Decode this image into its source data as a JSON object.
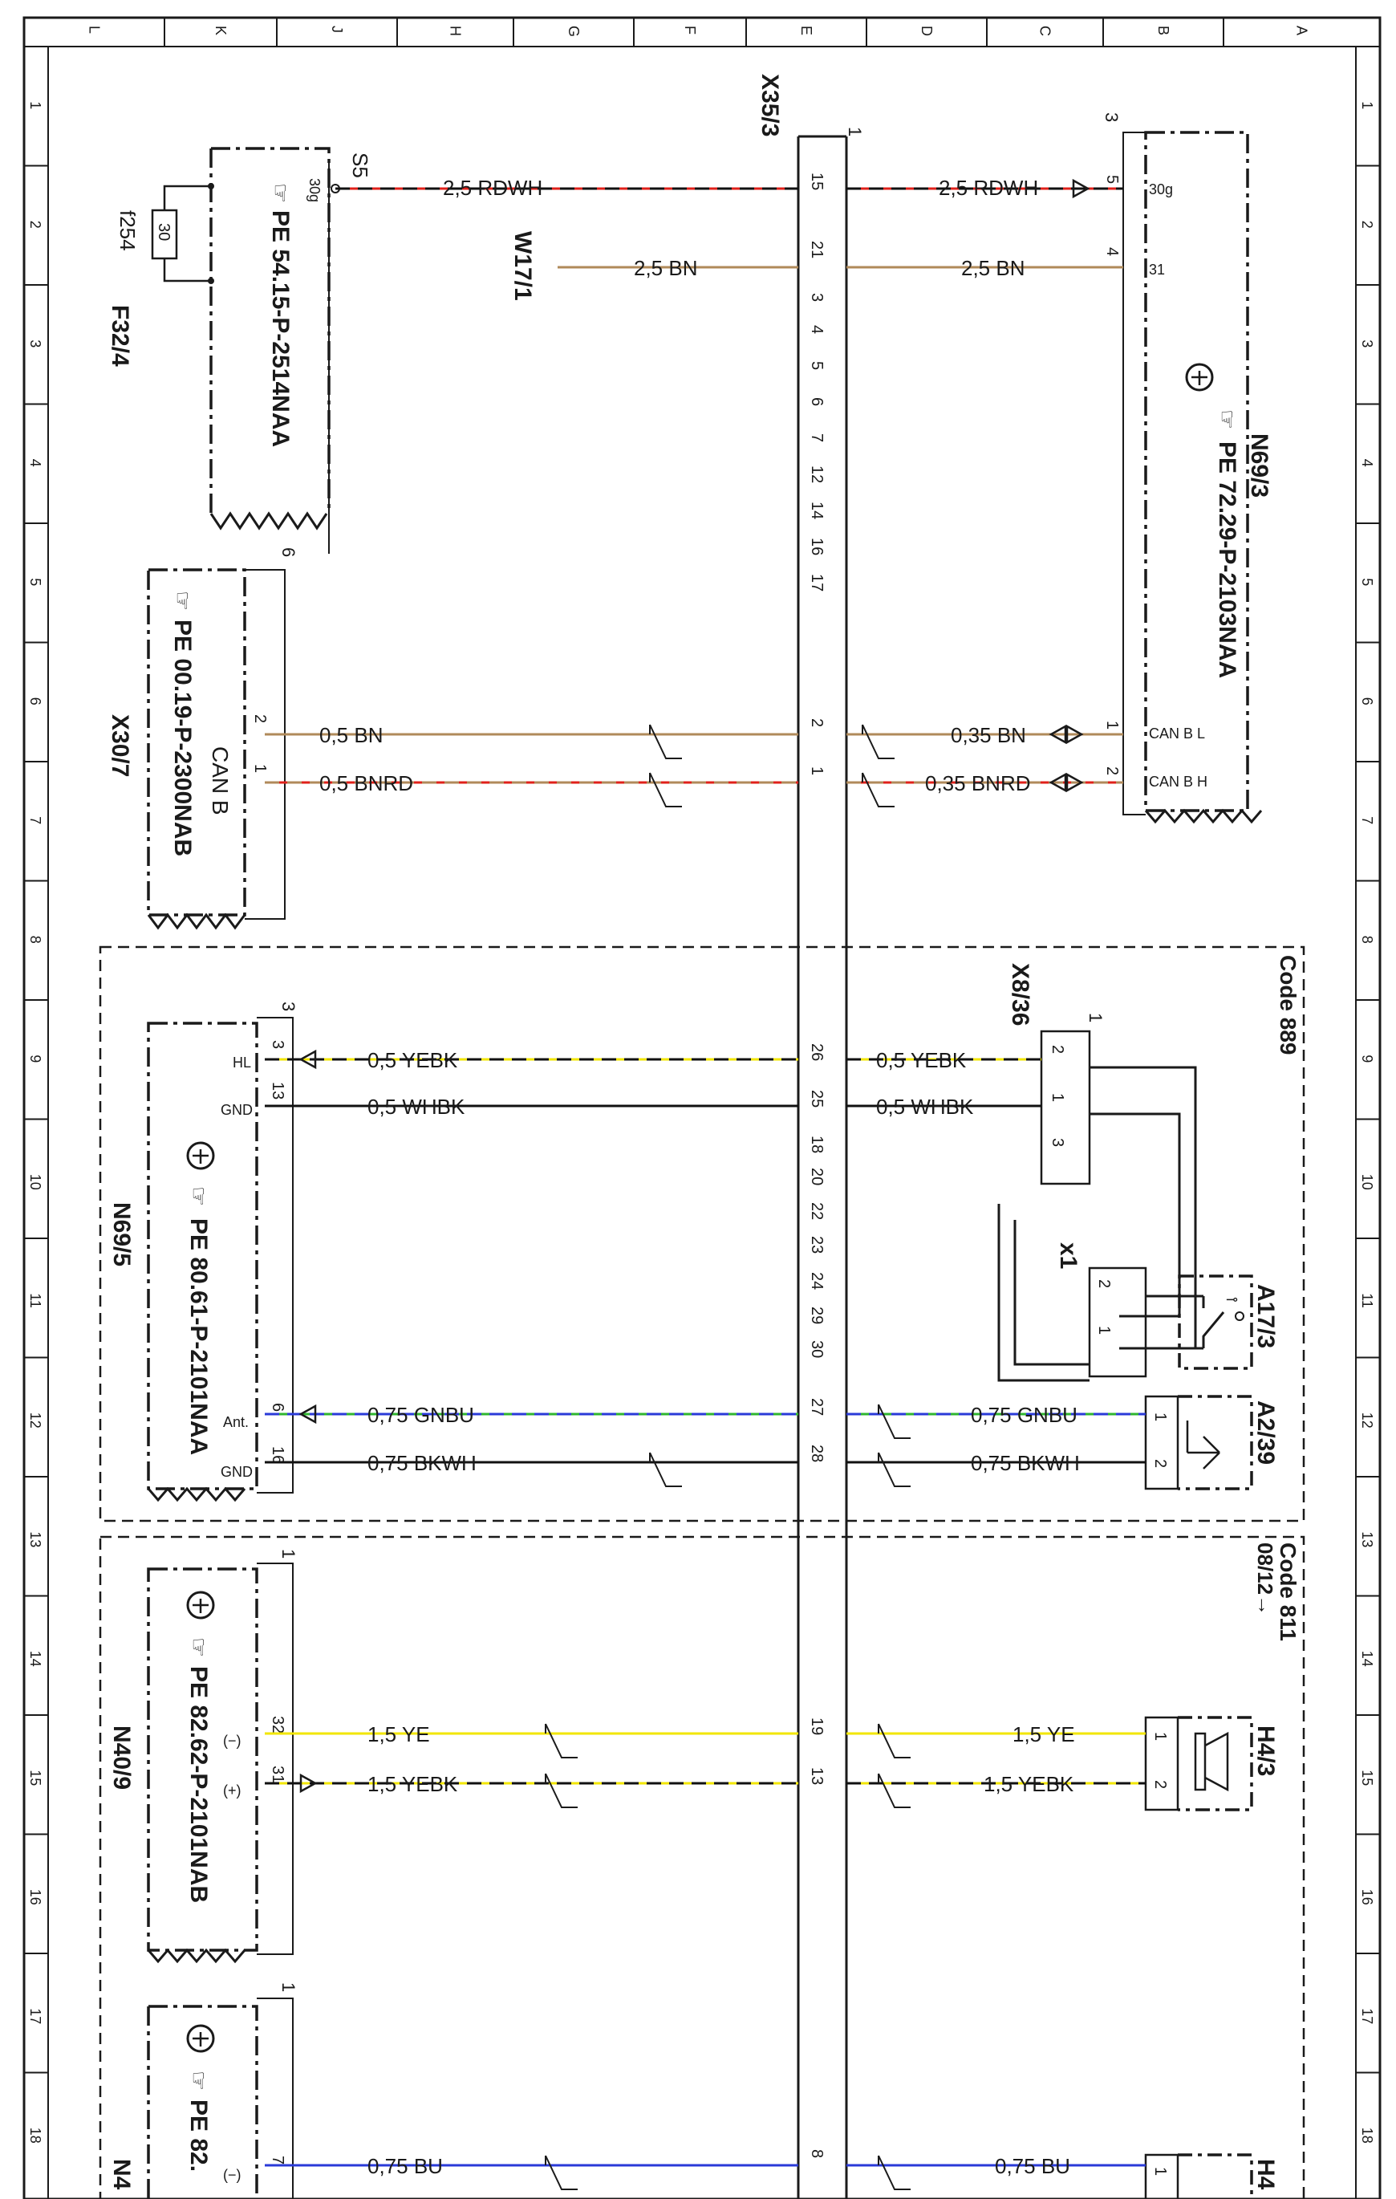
{
  "frame": {
    "col_letters": [
      "L",
      "K",
      "J",
      "H",
      "G",
      "F",
      "E",
      "D",
      "C",
      "B",
      "A"
    ],
    "row_numbers": [
      "1",
      "2",
      "3",
      "4",
      "5",
      "6",
      "7",
      "8",
      "9",
      "10",
      "11",
      "12",
      "13",
      "14",
      "15",
      "16",
      "17",
      "18"
    ]
  },
  "components": {
    "f32_4": {
      "id": "F32/4",
      "fuse_label": "f254",
      "fuse_value": "30",
      "pin_s": "S5",
      "pin_30": "30g",
      "doc": "PE 54.15-P-2514NAA",
      "corner": "6"
    },
    "x30_7": {
      "id": "X30/7",
      "doc": "PE 00.19-P-2300NAB",
      "can_label": "CAN B",
      "pin_2": "2",
      "pin_1": "1"
    },
    "x35_3": {
      "id": "X35/3",
      "corner": "1",
      "pins_top": [
        "15",
        "21",
        "3",
        "4",
        "5",
        "6",
        "7",
        "12",
        "14",
        "16",
        "17"
      ],
      "pins_can": [
        "2",
        "1"
      ],
      "pins_code889": [
        "26",
        "25",
        "18",
        "20",
        "22",
        "23",
        "24",
        "29",
        "30",
        "27",
        "28"
      ],
      "pins_code811": [
        "19",
        "13"
      ],
      "pins_bottom": [
        "8"
      ]
    },
    "w17_1": {
      "id": "W17/1"
    },
    "n69_3": {
      "id": "N69/3",
      "doc": "PE 72.29-P-2103NAA",
      "corner": "3",
      "pin_5": "5",
      "pin_4": "4",
      "pin_30g": "30g",
      "pin_31": "31",
      "pin_1": "1",
      "pin_2": "2",
      "can_l": "CAN B L",
      "can_h": "CAN B H"
    },
    "n69_5": {
      "id": "N69/5",
      "doc": "PE 80.61-P-2101NAA",
      "corner": "3",
      "pin_hl": "HL",
      "pin_gnd": "GND",
      "pin_ant": "Ant.",
      "pin_gnd2": "GND",
      "pin_3": "3",
      "pin_13": "13",
      "pin_6": "6",
      "pin_16": "16"
    },
    "x8_36": {
      "id": "X8/36",
      "corner": "1",
      "pins": [
        "2",
        "1",
        "3"
      ]
    },
    "x1": {
      "id": "x1",
      "pins": [
        "2",
        "1"
      ]
    },
    "a17_3": {
      "id": "A17/3"
    },
    "a2_39": {
      "id": "A2/39",
      "pins": [
        "1",
        "2"
      ]
    },
    "n40_9": {
      "id": "N40/9",
      "doc": "PE 82.62-P-2101NAB",
      "corner": "1",
      "pin_minus": "(−)",
      "pin_plus": "(+)",
      "pin_32": "32",
      "pin_31": "31"
    },
    "h4_3": {
      "id": "H4/3",
      "pins": [
        "1",
        "2"
      ]
    },
    "n40_bottom": {
      "id": "N4",
      "doc": "PE 82.",
      "corner": "1",
      "pin_minus": "(−)",
      "pin_7": "7"
    },
    "h4_bottom": {
      "id": "H4",
      "pin_1": "1"
    }
  },
  "codes": {
    "code889": "Code 889",
    "code811": "Code 811",
    "code811_date": "08/12→"
  },
  "wires": {
    "rdwh_left": "2,5 RDWH",
    "rdwh_right": "2,5 RDWH",
    "bn_left": "2,5 BN",
    "bn_right": "2,5 BN",
    "can_l_left": "0,5 BN",
    "can_l_right": "0,35 BN",
    "can_h_left": "0,5 BNRD",
    "can_h_right": "0,35 BNRD",
    "yebk_left": "0,5 YEBK",
    "yebk_right": "0,5 YEBK",
    "whbk_left": "0,5 WHBK",
    "whbk_right": "0,5 WHBK",
    "gnbu_left": "0,75 GNBU",
    "gnbu_right": "0,75 GNBU",
    "bkwh_left": "0,75 BKWH",
    "bkwh_right": "0,75 BKWH",
    "ye_left": "1,5 YE",
    "ye_right": "1,5 YE",
    "yebk15_left": "1,5 YEBK",
    "yebk15_right": "1,5 YEBK",
    "bu_left": "0,75 BU",
    "bu_right": "0,75 BU"
  },
  "colors": {
    "line": "#1a1a1a",
    "red": "#e0201a",
    "brown": "#b08a5a",
    "yellow": "#f2e600",
    "green": "#2fb52f",
    "blue": "#2a3ad8",
    "black": "#111111",
    "white": "#ffffff"
  }
}
